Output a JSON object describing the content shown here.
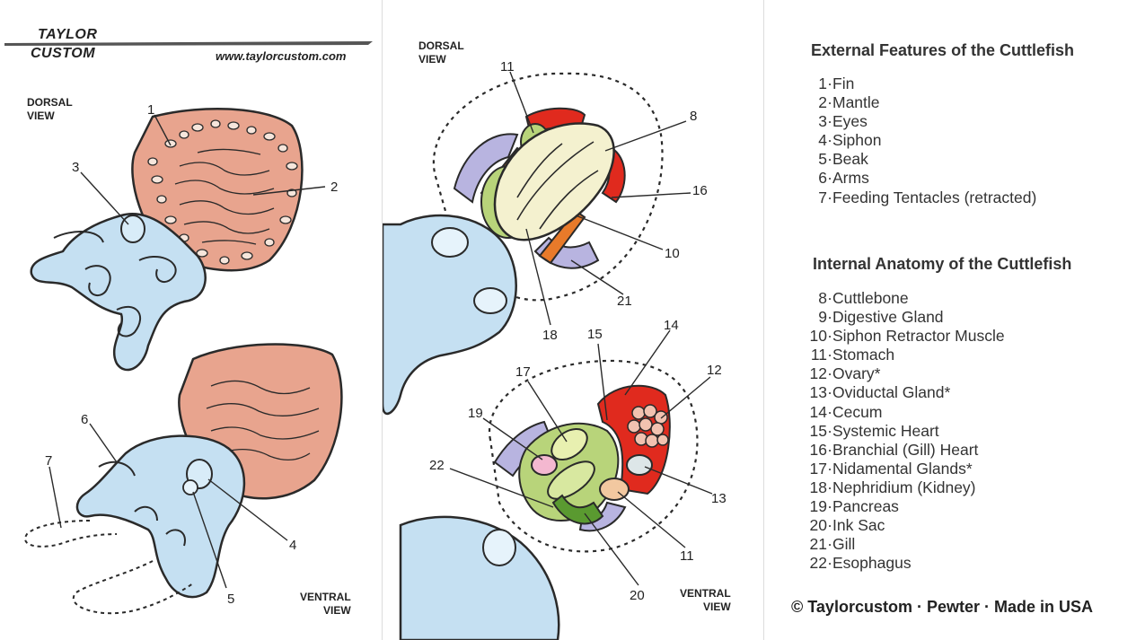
{
  "logo": {
    "line1": "TAYLOR",
    "line2": "CUSTOM"
  },
  "url": "www.taylorcustom.com",
  "panel1": {
    "dorsal_label": "DORSAL\nVIEW",
    "ventral_label": "VENTRAL\nVIEW",
    "callouts": [
      "1",
      "2",
      "3",
      "4",
      "5",
      "6",
      "7"
    ]
  },
  "panel2": {
    "dorsal_label": "DORSAL\nVIEW",
    "ventral_label": "VENTRAL\nVIEW",
    "callouts_dorsal": [
      "11",
      "8",
      "16",
      "10",
      "21",
      "18"
    ],
    "callouts_ventral": [
      "15",
      "14",
      "12",
      "17",
      "19",
      "22",
      "13",
      "11",
      "20"
    ]
  },
  "external": {
    "title": "External Features of the Cuttlefish",
    "items": [
      {
        "n": "1",
        "label": "Fin"
      },
      {
        "n": "2",
        "label": "Mantle"
      },
      {
        "n": "3",
        "label": "Eyes"
      },
      {
        "n": "4",
        "label": "Siphon"
      },
      {
        "n": "5",
        "label": "Beak"
      },
      {
        "n": "6",
        "label": "Arms"
      },
      {
        "n": "7",
        "label": "Feeding Tentacles (retracted)"
      }
    ]
  },
  "internal": {
    "title": "Internal Anatomy of the Cuttlefish",
    "items": [
      {
        "n": "8",
        "label": "Cuttlebone"
      },
      {
        "n": "9",
        "label": "Digestive Gland"
      },
      {
        "n": "10",
        "label": "Siphon Retractor Muscle"
      },
      {
        "n": "11",
        "label": "Stomach"
      },
      {
        "n": "12",
        "label": "Ovary*"
      },
      {
        "n": "13",
        "label": "Oviductal Gland*"
      },
      {
        "n": "14",
        "label": "Cecum"
      },
      {
        "n": "15",
        "label": "Systemic Heart"
      },
      {
        "n": "16",
        "label": "Branchial (Gill) Heart"
      },
      {
        "n": "17",
        "label": "Nidamental Glands*"
      },
      {
        "n": "18",
        "label": "Nephridium (Kidney)"
      },
      {
        "n": "19",
        "label": "Pancreas"
      },
      {
        "n": "20",
        "label": "Ink Sac"
      },
      {
        "n": "21",
        "label": "Gill"
      },
      {
        "n": "22",
        "label": "Esophagus"
      }
    ]
  },
  "footer": "© Taylorcustom · Pewter · Made in USA",
  "colors": {
    "mantle": "#e8a48e",
    "body": "#c5e0f2",
    "outline": "#2a2a2a",
    "red": "#e02a1e",
    "green": "#b8d47a",
    "cream": "#f4f1cf",
    "orange": "#e87a2a",
    "lavender": "#b8b4e0"
  }
}
